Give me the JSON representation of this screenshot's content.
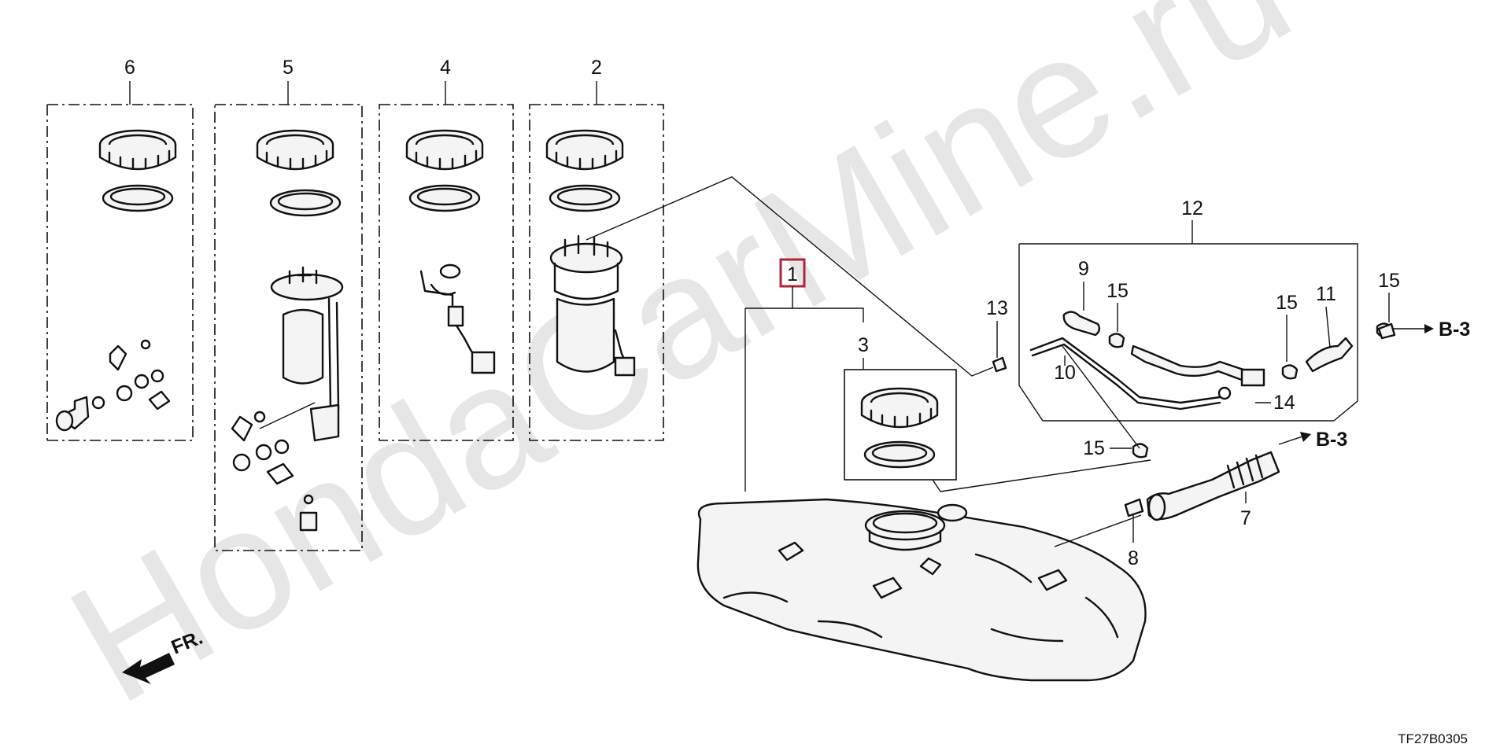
{
  "watermark": "HondaCarMine.ru",
  "drawing_code": "TF27B0305",
  "front_label": "FR.",
  "highlighted_callout": "1",
  "highlight_color": "#b0243a",
  "callouts": {
    "c1": "1",
    "c2": "2",
    "c3": "3",
    "c4": "4",
    "c5": "5",
    "c6": "6",
    "c7": "7",
    "c8": "8",
    "c9": "9",
    "c10": "10",
    "c11": "11",
    "c12": "12",
    "c13": "13",
    "c14": "14",
    "c15a": "15",
    "c15b": "15",
    "c15c": "15",
    "c15d": "15"
  },
  "references": {
    "ref_top": "B-3",
    "ref_bottom": "B-3"
  }
}
